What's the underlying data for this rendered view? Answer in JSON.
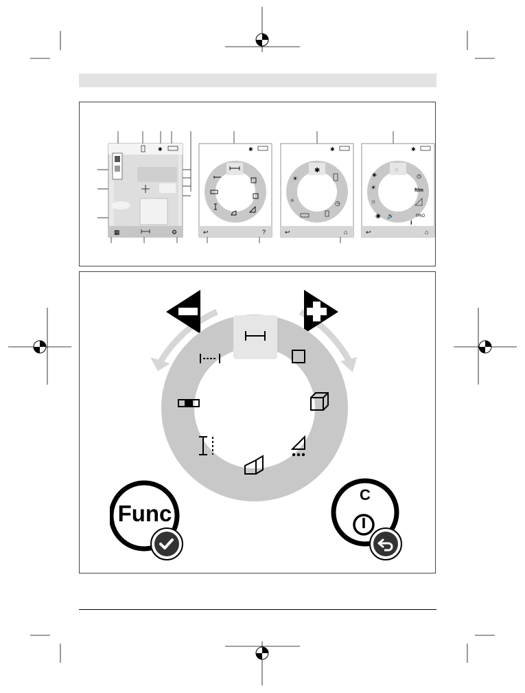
{
  "header": {
    "bar_color": "#e3e3e3"
  },
  "panel_a": {
    "screens": [
      {
        "title": "measuring-screen",
        "status": [
          "▯",
          "✱",
          "▭"
        ],
        "bottom_left": "▦",
        "bottom_center": "⊢⊣",
        "bottom_right": "⚙"
      },
      {
        "title": "function-menu",
        "status": [
          "✱",
          "▭"
        ],
        "bottom_left": "↩",
        "bottom_right": "?"
      },
      {
        "title": "settings-menu",
        "status": [
          "✱",
          "▭"
        ],
        "bottom_left": "↩",
        "bottom_right": "⌂"
      },
      {
        "title": "basic-settings-menu",
        "status": [
          "✱",
          "▭"
        ],
        "bottom_left": "↩",
        "bottom_right": "⌂",
        "items": [
          "ft/m",
          "i"
        ]
      }
    ]
  },
  "panel_b": {
    "minus_sign": "−",
    "plus_sign": "+",
    "ring_items": [
      "length-measurement",
      "area-measurement",
      "volume-measurement",
      "indirect-measurement",
      "wall-area-measurement",
      "indirect-height-measurement",
      "digital-level",
      "continuous-measurement"
    ],
    "func_button_label": "Func",
    "clear_button_label": "C",
    "colors": {
      "ring": "#c8c8c8",
      "selected_tile": "#e6e6e6",
      "arrow": "#d6d6d6",
      "icon": "#000000"
    }
  }
}
